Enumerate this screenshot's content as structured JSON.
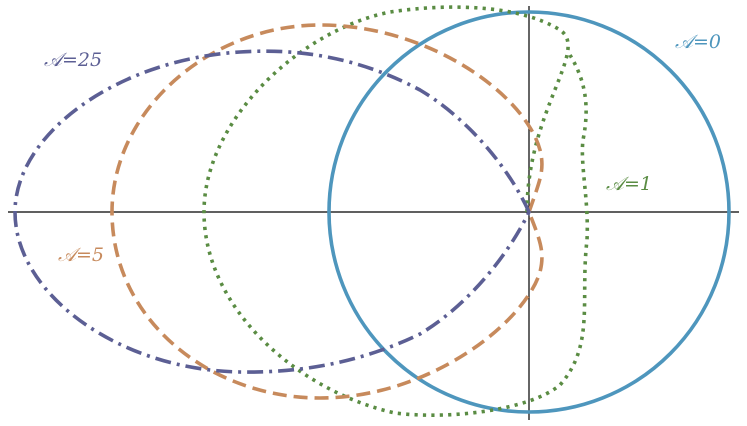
{
  "chart_data": {
    "type": "line",
    "title": "",
    "xlabel": "",
    "ylabel": "",
    "grid": false,
    "axes": "through-origin",
    "series": [
      {
        "name": "𝒜=0",
        "label": "𝒜=0",
        "color": "#4e96bd",
        "dash": "solid",
        "shape": "circle",
        "center": [
          0,
          0
        ],
        "radius": 1.0,
        "extent_x": [
          -1.0,
          1.0
        ],
        "extent_y": [
          -1.0,
          1.0
        ]
      },
      {
        "name": "𝒜=1",
        "label": "𝒜=1",
        "color": "#5a8c43",
        "dash": "dotted",
        "shape": "closed-curve",
        "extent_x": [
          -1.62,
          0.3
        ],
        "extent_y": [
          -1.01,
          1.01
        ]
      },
      {
        "name": "𝒜=5",
        "label": "𝒜=5",
        "color": "#c78a5c",
        "dash": "dashed",
        "shape": "closed-curve",
        "extent_x": [
          -2.07,
          0.06
        ],
        "extent_y": [
          -0.93,
          0.93
        ]
      },
      {
        "name": "𝒜=25",
        "label": "𝒜=25",
        "color": "#5c5f94",
        "dash": "dash-dot",
        "shape": "closed-curve",
        "extent_x": [
          -2.57,
          0.0
        ],
        "extent_y": [
          -0.8,
          0.8
        ]
      }
    ],
    "xlim": [
      -2.6,
      1.08
    ],
    "ylim": [
      -1.06,
      1.06
    ]
  }
}
